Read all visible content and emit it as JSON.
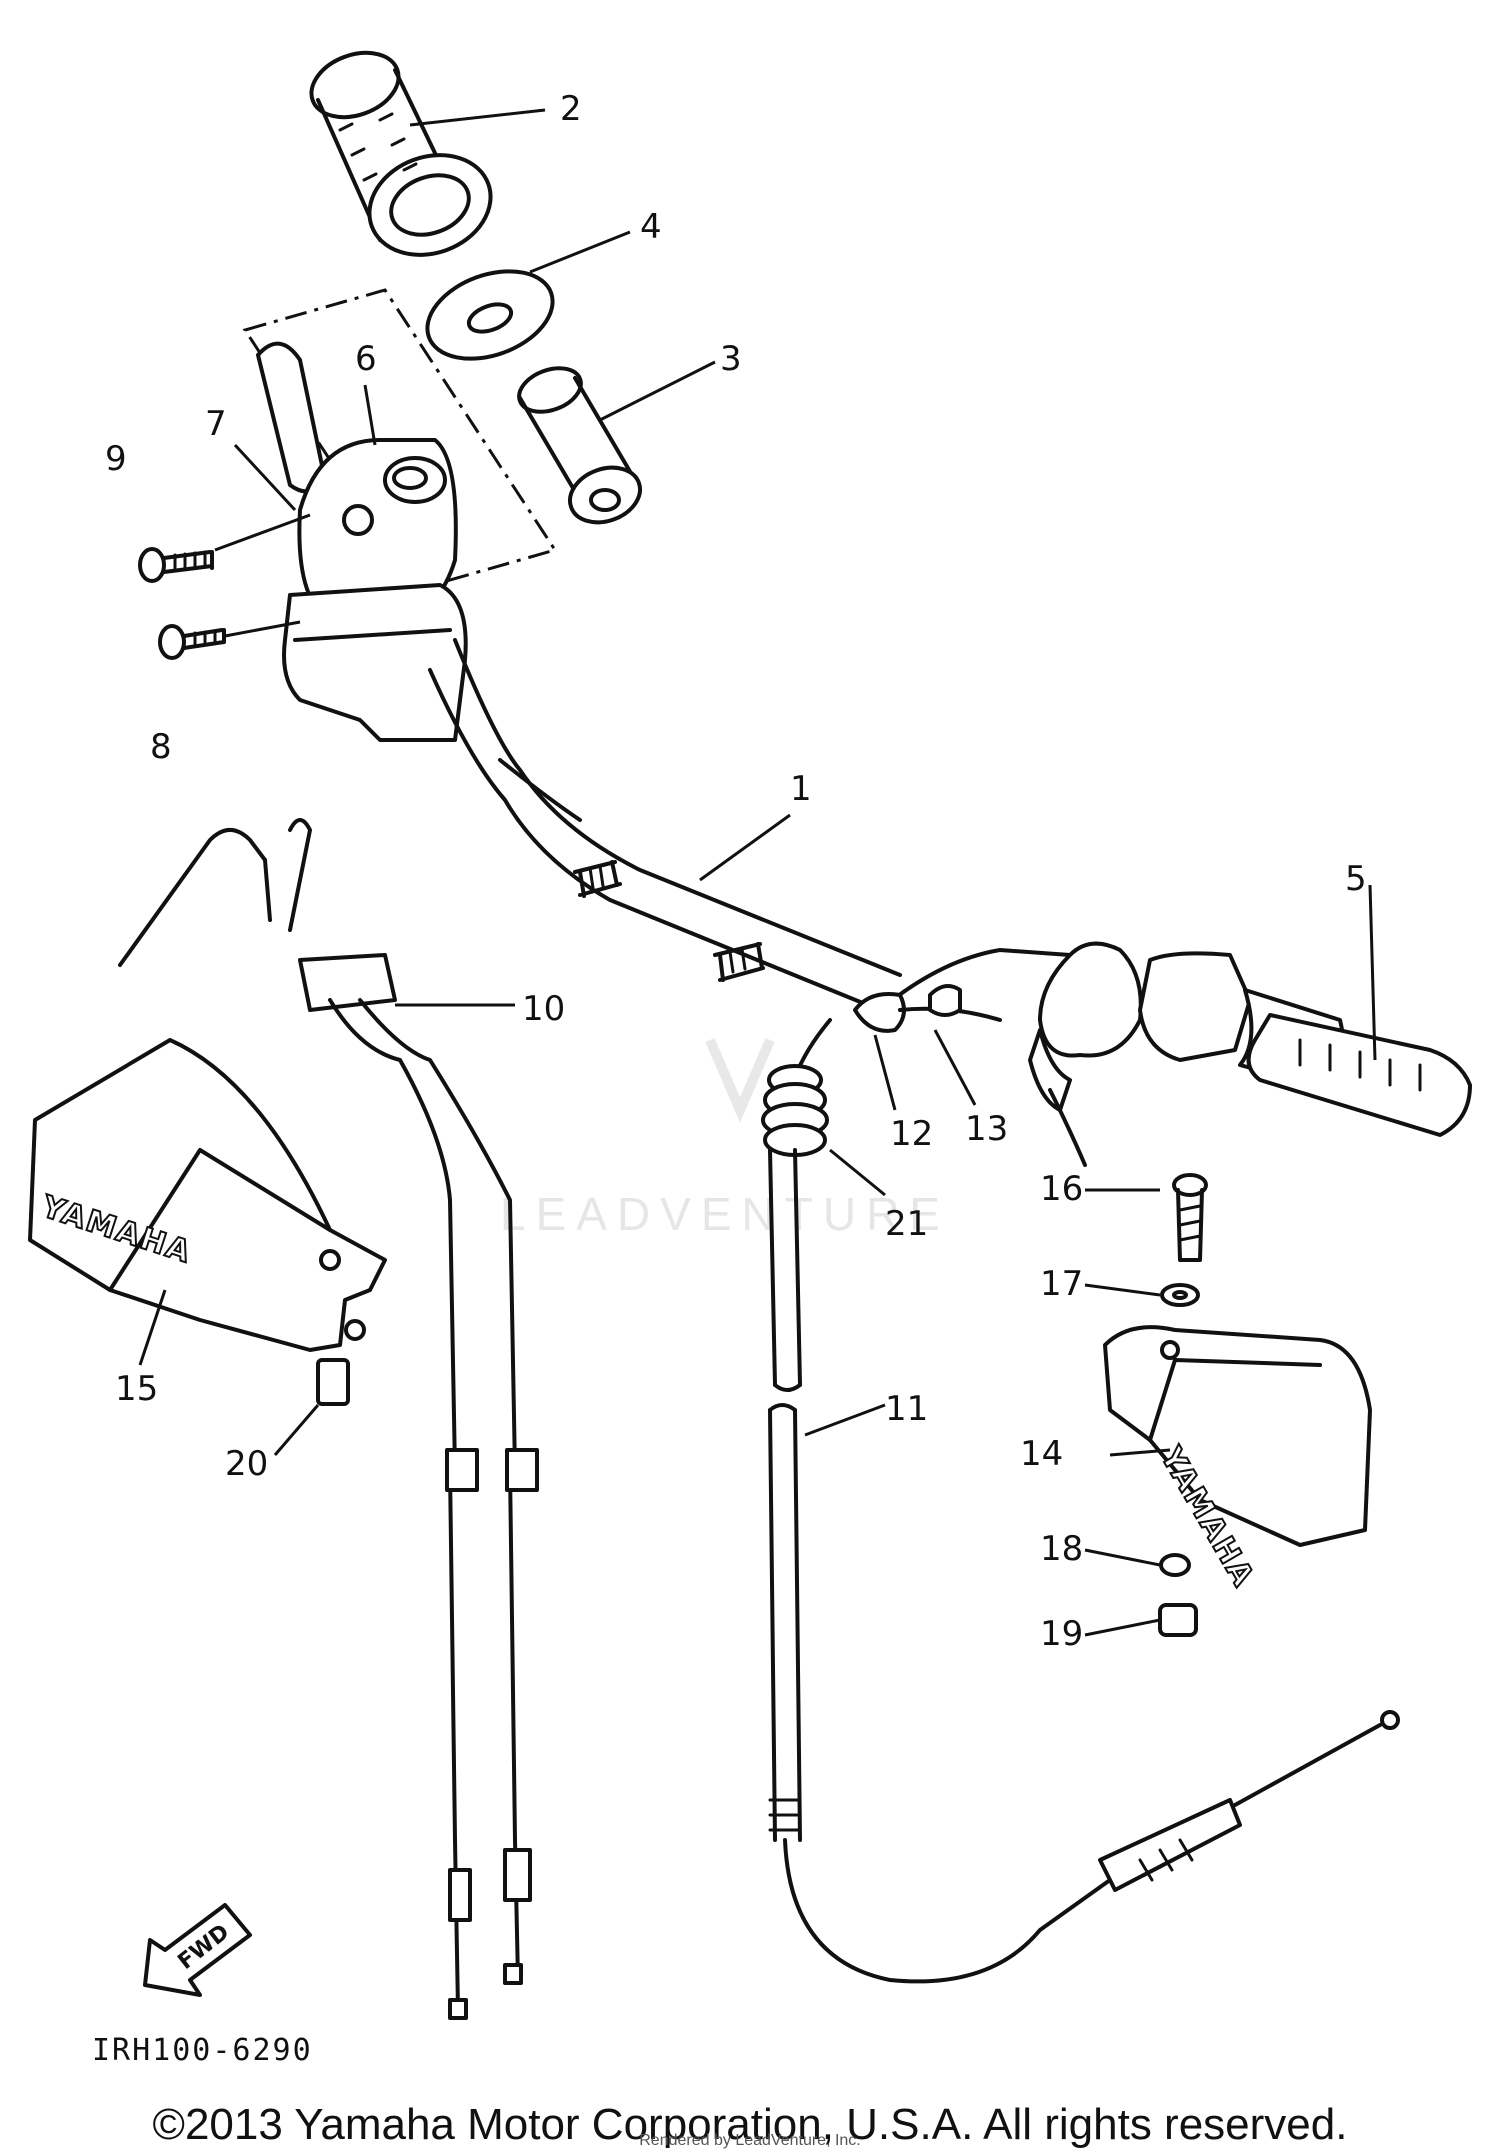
{
  "diagram": {
    "callouts": {
      "c1": "1",
      "c2": "2",
      "c3": "3",
      "c4": "4",
      "c5": "5",
      "c6": "6",
      "c7": "7",
      "c8": "8",
      "c9": "9",
      "c10": "10",
      "c11": "11",
      "c12": "12",
      "c13": "13",
      "c14": "14",
      "c15": "15",
      "c16": "16",
      "c17": "17",
      "c18": "18",
      "c19": "19",
      "c20": "20",
      "c21": "21"
    },
    "guard_brand_left": "YAMAHA",
    "guard_brand_right": "YAMAHA",
    "fwd_label": "FWD",
    "figure_code": "IRH100-6290",
    "watermark": "LEADVENTURE"
  },
  "footer": {
    "copyright": "©2013 Yamaha Motor Corporation, U.S.A. All rights reserved.",
    "rendered_by": "Rendered by LeadVenture, Inc."
  }
}
